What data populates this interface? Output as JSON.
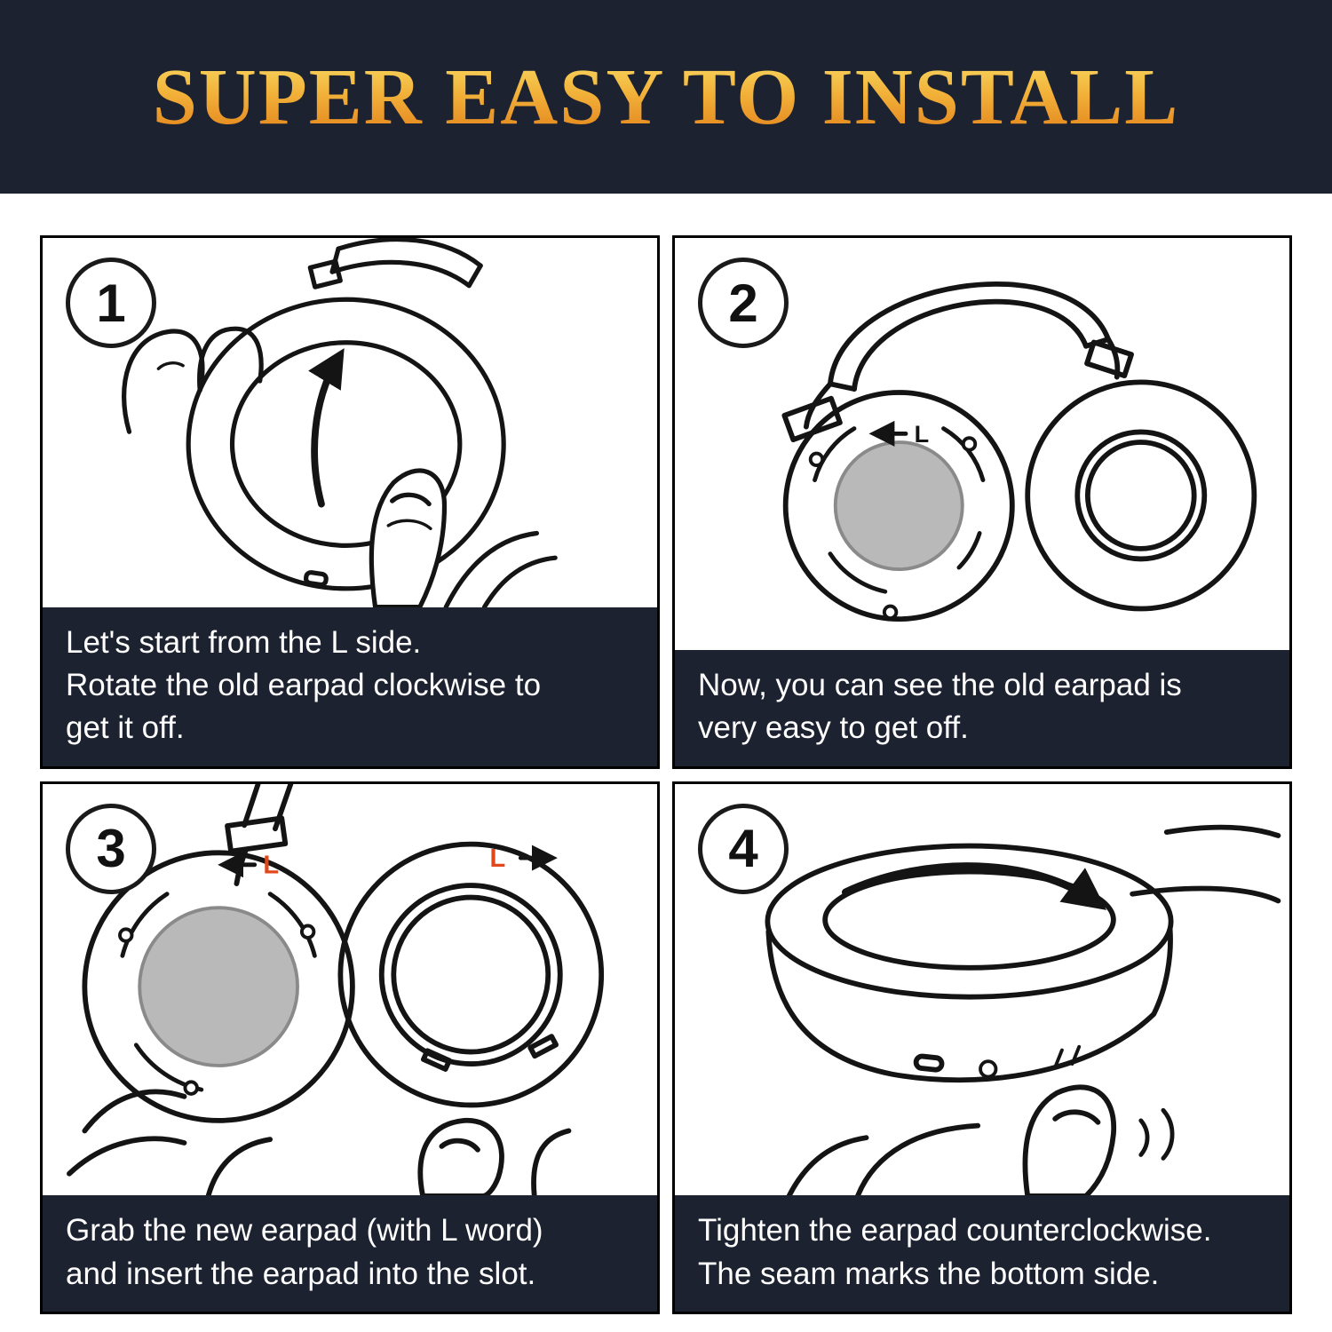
{
  "header": {
    "title": "SUPER EASY TO INSTALL"
  },
  "colors": {
    "header_bg": "#1d2231",
    "caption_bg": "#1d2231",
    "title_gold_light": "#f9e06a",
    "title_gold_dark": "#e07b18",
    "accent_orange": "#e0481c",
    "driver_gray": "#b9b9b9",
    "line": "#141414"
  },
  "steps": [
    {
      "number": "1",
      "caption": "Let's start from the L side.\nRotate the old earpad clockwise to\nget it off.",
      "illustration": "hand-rotating-earpad-off-earcup"
    },
    {
      "number": "2",
      "caption": "Now, you can see the old earpad is\nvery easy to get off.",
      "l_label": "L",
      "illustration": "headphones-with-earpad-removed"
    },
    {
      "number": "3",
      "caption": "Grab the new earpad (with L word)\nand insert the earpad into the slot.",
      "l_label_left": "L",
      "l_label_right": "L",
      "illustration": "new-earpad-with-l-marking-inserted-into-slot"
    },
    {
      "number": "4",
      "caption": "Tighten the earpad counterclockwise.\nThe seam marks the bottom side.",
      "illustration": "hand-tightening-earpad"
    }
  ]
}
